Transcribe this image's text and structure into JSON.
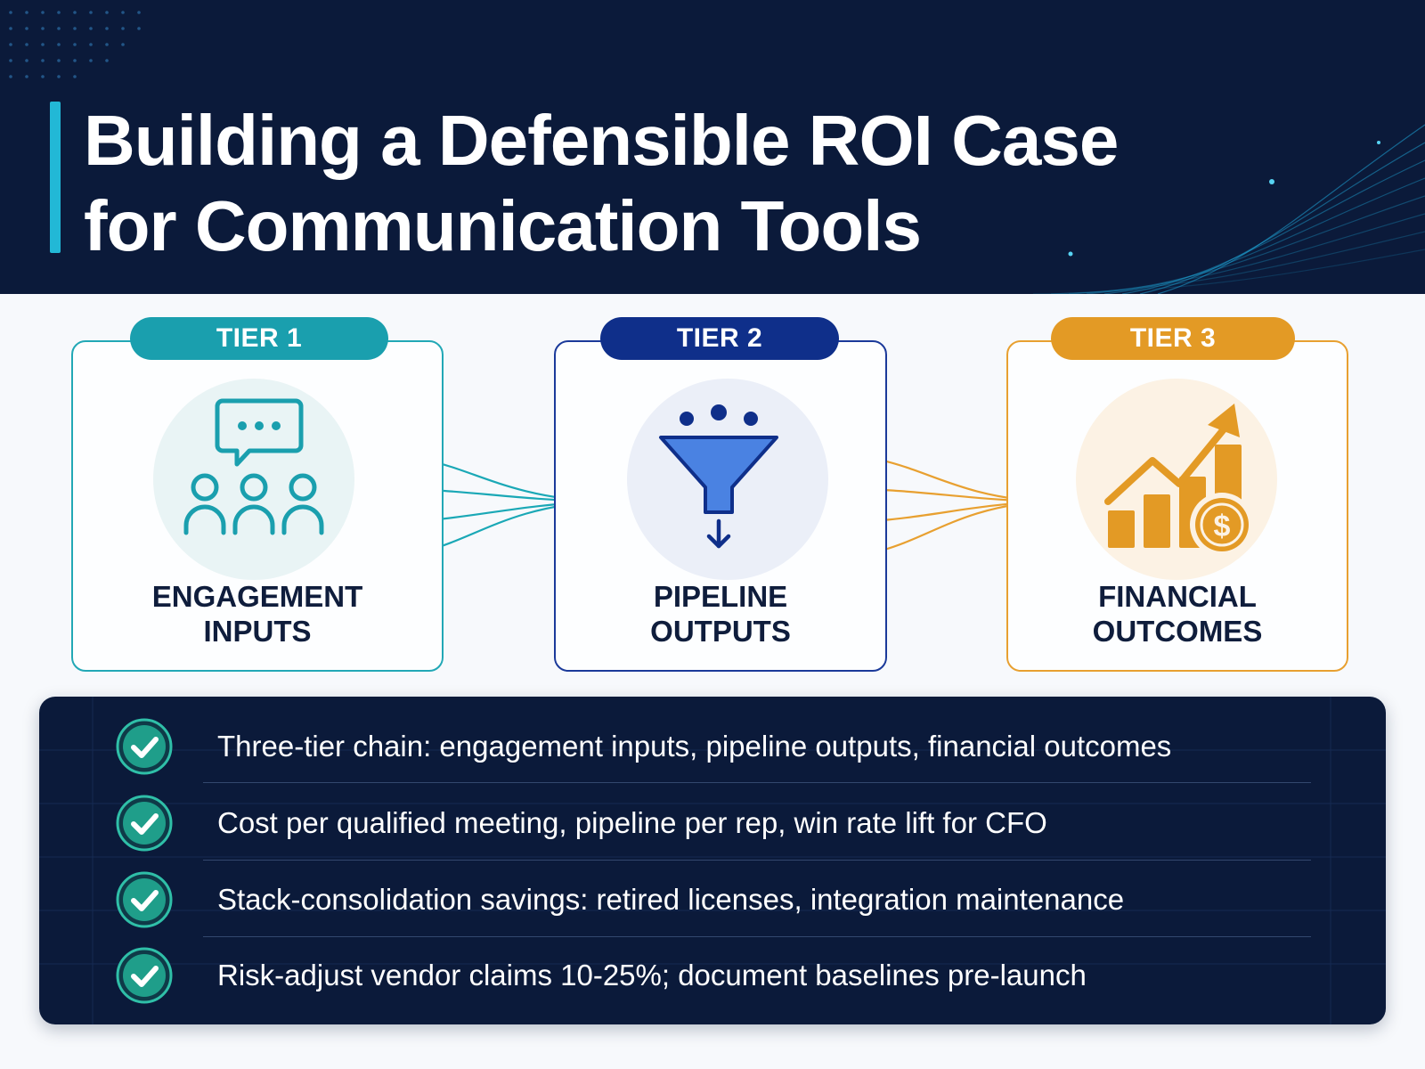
{
  "header": {
    "title_line1": "Building a Defensible ROI Case",
    "title_line2": "for Communication Tools"
  },
  "tiers": [
    {
      "pill": "TIER 1",
      "label_line1": "ENGAGEMENT",
      "label_line2": "INPUTS",
      "color": "#1a9fae",
      "icon": "chat-people-icon"
    },
    {
      "pill": "TIER 2",
      "label_line1": "PIPELINE",
      "label_line2": "OUTPUTS",
      "color": "#0f2f8a",
      "icon": "funnel-icon"
    },
    {
      "pill": "TIER 3",
      "label_line1": "FINANCIAL",
      "label_line2": "OUTCOMES",
      "color": "#e39a25",
      "icon": "growth-chart-dollar-icon"
    }
  ],
  "bullets": [
    "Three-tier chain: engagement inputs, pipeline outputs, financial outcomes",
    "Cost per qualified meeting, pipeline per rep, win rate lift for CFO",
    "Stack-consolidation savings: retired licenses, integration maintenance",
    "Risk-adjust vendor claims 10-25%; document baselines pre-launch"
  ],
  "colors": {
    "navy": "#0b1a3a",
    "teal": "#1a9fae",
    "blue": "#0f2f8a",
    "orange": "#e39a25",
    "check_green": "#1f9e8a"
  }
}
